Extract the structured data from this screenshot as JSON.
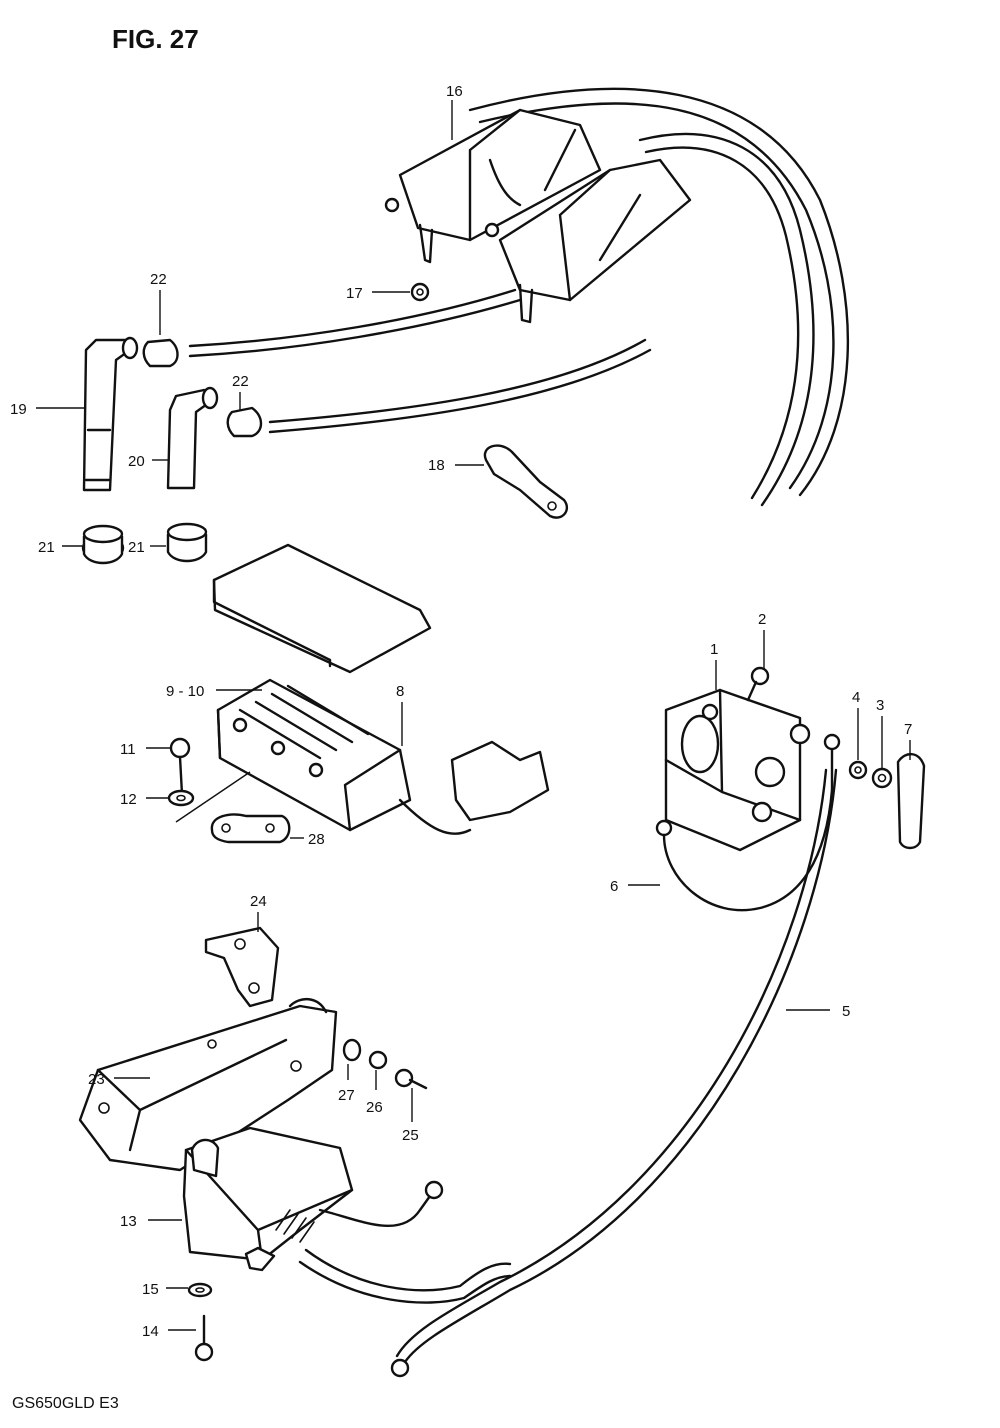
{
  "figure_title": "FIG. 27",
  "model_code": "GS650GLD E3",
  "callouts": {
    "c1": "1",
    "c2": "2",
    "c3": "3",
    "c4": "4",
    "c5": "5",
    "c6": "6",
    "c7": "7",
    "c8": "8",
    "c9_10": "9 - 10",
    "c11": "11",
    "c12": "12",
    "c13": "13",
    "c14": "14",
    "c15": "15",
    "c16": "16",
    "c17": "17",
    "c18": "18",
    "c19": "19",
    "c20": "20",
    "c21a": "21",
    "c21b": "21",
    "c22a": "22",
    "c22b": "22",
    "c23": "23",
    "c24": "24",
    "c25": "25",
    "c26": "26",
    "c27": "27",
    "c28": "28"
  }
}
